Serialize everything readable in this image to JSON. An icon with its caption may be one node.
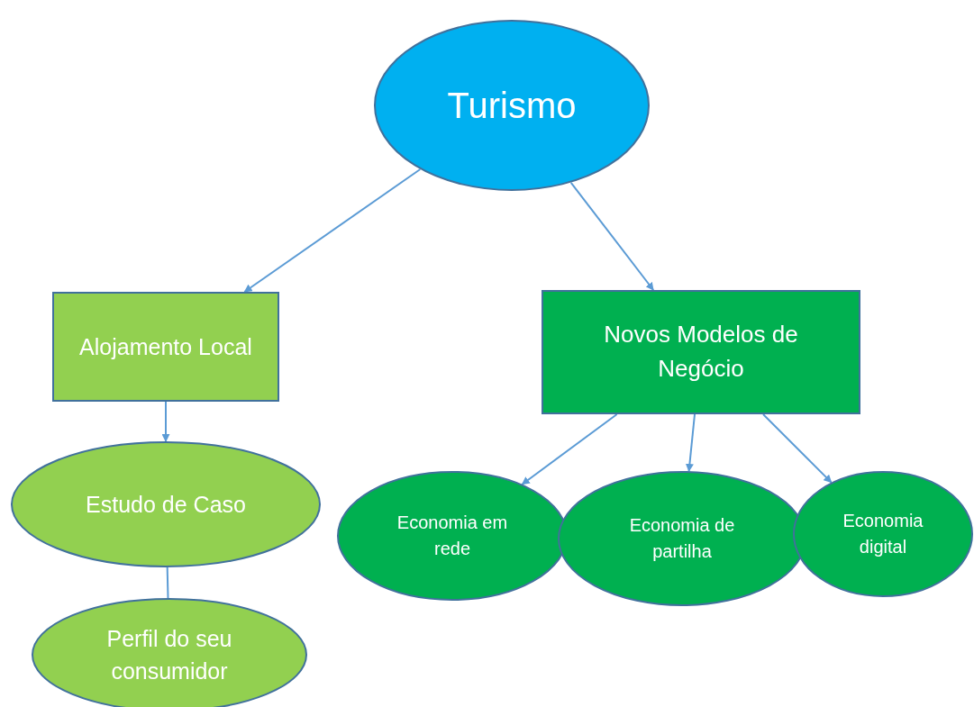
{
  "diagram": {
    "nodes": [
      {
        "text": [
          "Turismo"
        ]
      },
      {
        "text": [
          "Alojamento Local"
        ]
      },
      {
        "text": [
          "Novos Modelos de Negócio"
        ]
      },
      {
        "text": [
          "Estudo de Caso"
        ]
      },
      {
        "text": [
          "Perfil do seu consumidor"
        ]
      },
      {
        "text": [
          "Economia em rede"
        ]
      },
      {
        "text": [
          "Economia de partilha"
        ]
      },
      {
        "text": [
          "Economia digital"
        ]
      }
    ],
    "edges": [
      {
        "from": 0,
        "to": 1,
        "arrow": "to"
      },
      {
        "from": 0,
        "to": 2,
        "arrow": "to"
      },
      {
        "from": 1,
        "to": 3,
        "arrow": "to"
      },
      {
        "from": 3,
        "to": 4,
        "arrow": "none"
      },
      {
        "from": 2,
        "to": 5,
        "arrow": "to"
      },
      {
        "from": 2,
        "to": 6,
        "arrow": "to"
      },
      {
        "from": 2,
        "to": 7,
        "arrow": "to"
      }
    ]
  }
}
